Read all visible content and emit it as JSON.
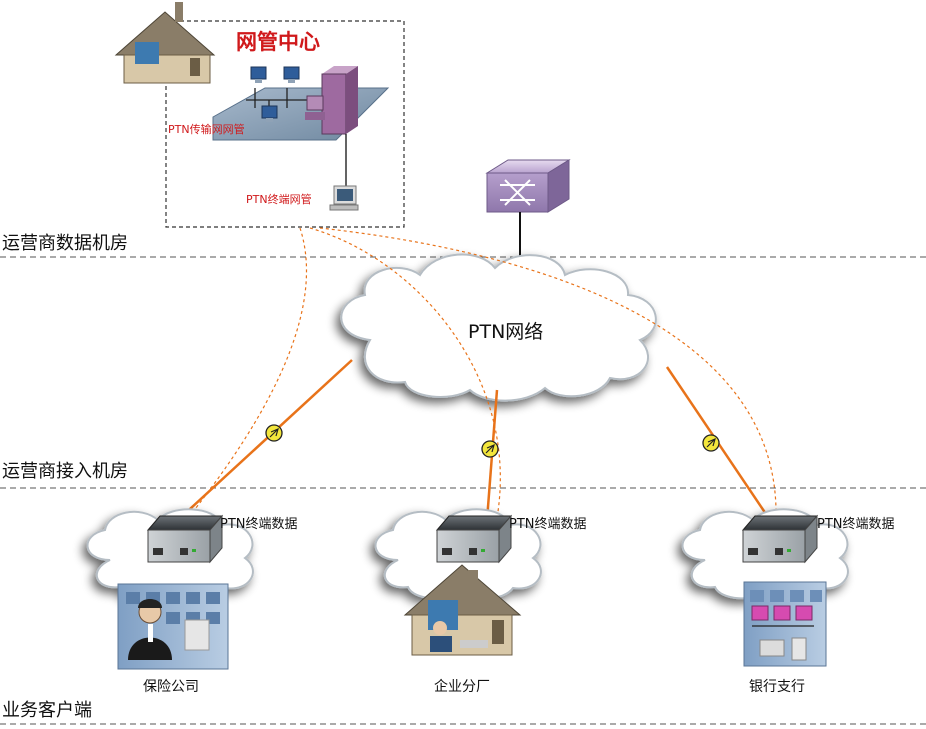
{
  "zones": {
    "datacenter": "运营商数据机房",
    "access": "运营商接入机房",
    "client": "业务客户端"
  },
  "nms": {
    "title": "网管中心",
    "transport_nms": "PTN传输网网管",
    "terminal_nms": "PTN终端网管"
  },
  "network": {
    "label": "PTN网络"
  },
  "sites": [
    {
      "device_label": "PTN终端数据",
      "site_label": "保险公司"
    },
    {
      "device_label": "PTN终端数据",
      "site_label": "企业分厂"
    },
    {
      "device_label": "PTN终端数据",
      "site_label": "银行支行"
    }
  ],
  "colors": {
    "link": "#e8731a",
    "mgmt_link": "#e8731a",
    "nms_text": "#d0191b",
    "switch": "#c9b6dc",
    "cloud": "#ffffff"
  }
}
